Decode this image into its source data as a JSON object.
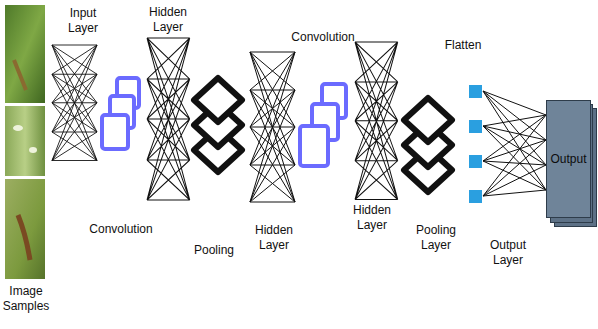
{
  "diagram": {
    "nodes": [
      {
        "text": [
          "Output"
        ]
      }
    ],
    "labels": [
      "Input Layer",
      "Hidden Layer",
      "Convolution",
      "Flatten",
      "Convolution",
      "Pooling",
      "Hidden Layer",
      "Hidden Layer",
      "Pooling Layer",
      "Output Layer",
      "Image Samples"
    ]
  }
}
